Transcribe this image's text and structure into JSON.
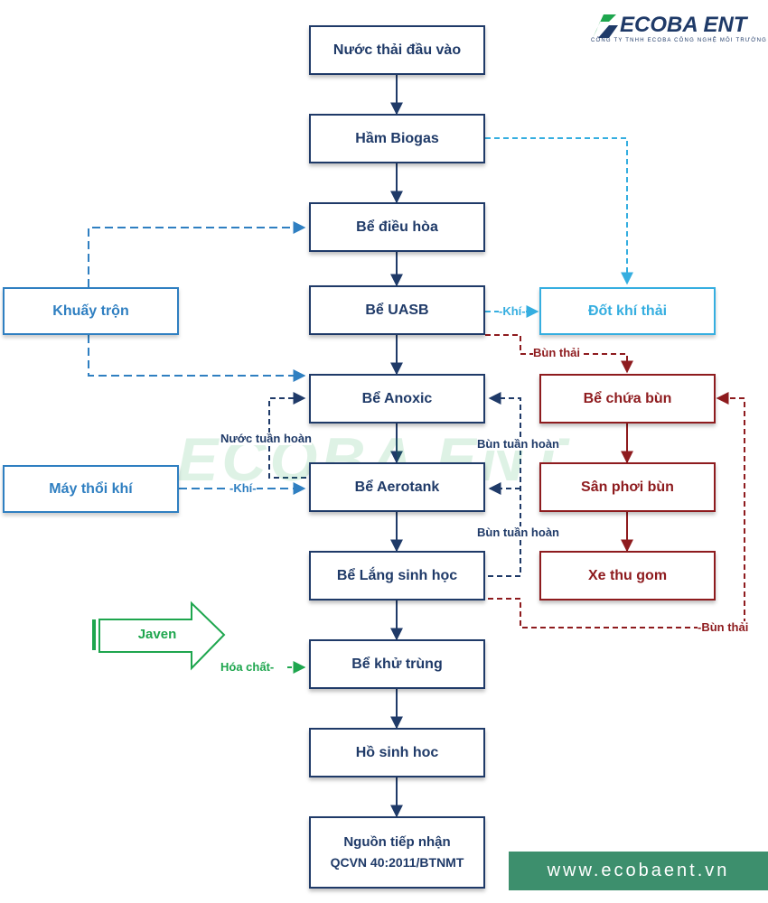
{
  "logo": {
    "brand": "ECOBA ENT",
    "tagline": "CÔNG TY TNHH ECOBA CÔNG NGHỆ MÔI TRƯỜNG",
    "watermark": "ECOBA ENT"
  },
  "nodes": {
    "inflow": "Nước thải đầu vào",
    "biogas": "Hầm Biogas",
    "equalization": "Bể điều hòa",
    "uasb": "Bể UASB",
    "anoxic": "Bể Anoxic",
    "aerotank": "Bể Aerotank",
    "settling": "Bể Lắng sinh học",
    "disinfection": "Bể khử trùng",
    "bio_pond": "Hồ sinh hoc",
    "receiving_line1": "Nguồn tiếp nhận",
    "receiving_line2": "QCVN  40:2011/BTNMT",
    "mixing": "Khuấy trộn",
    "blower": "Máy thổi khí",
    "gas_burn": "Đốt khí thải",
    "sludge_tank": "Bể chứa bùn",
    "drying_bed": "Sân phơi bùn",
    "collection_truck": "Xe thu gom",
    "javen": "Javen"
  },
  "edge_labels": {
    "gas_uasb": "-Khí-",
    "gas_blower": "-Khí-",
    "waste_sludge_uasb": "Bùn thải",
    "waste_sludge_settling": "-Bùn thải",
    "water_recirc": "Nước tuần hoàn",
    "sludge_recirc_1": "Bùn tuần hoàn",
    "sludge_recirc_2": "Bùn tuần hoàn",
    "chemical": "Hóa chất-"
  },
  "website": "www.ecobaent.vn",
  "colors": {
    "main_flow": "#1f3a68",
    "air_mixing": "#2f7fc1",
    "gas": "#35aee0",
    "sludge": "#8e1b1e",
    "chemical": "#1ea64e",
    "footer_bg": "#3d8f6d"
  }
}
